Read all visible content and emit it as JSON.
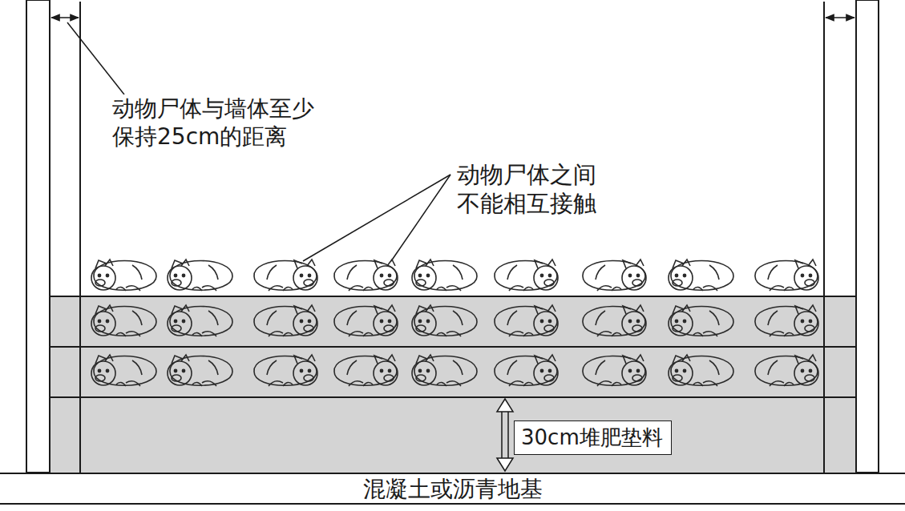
{
  "diagram": {
    "nodes": [
      {
        "text": [
          "30cm堆肥垫料"
        ]
      },
      {
        "text": [
          "混凝土或沥青地基"
        ]
      }
    ],
    "labels": [
      "动物尸体与墙体至少 保持25cm的距离",
      "动物尸体之间 不能相互接触"
    ]
  }
}
